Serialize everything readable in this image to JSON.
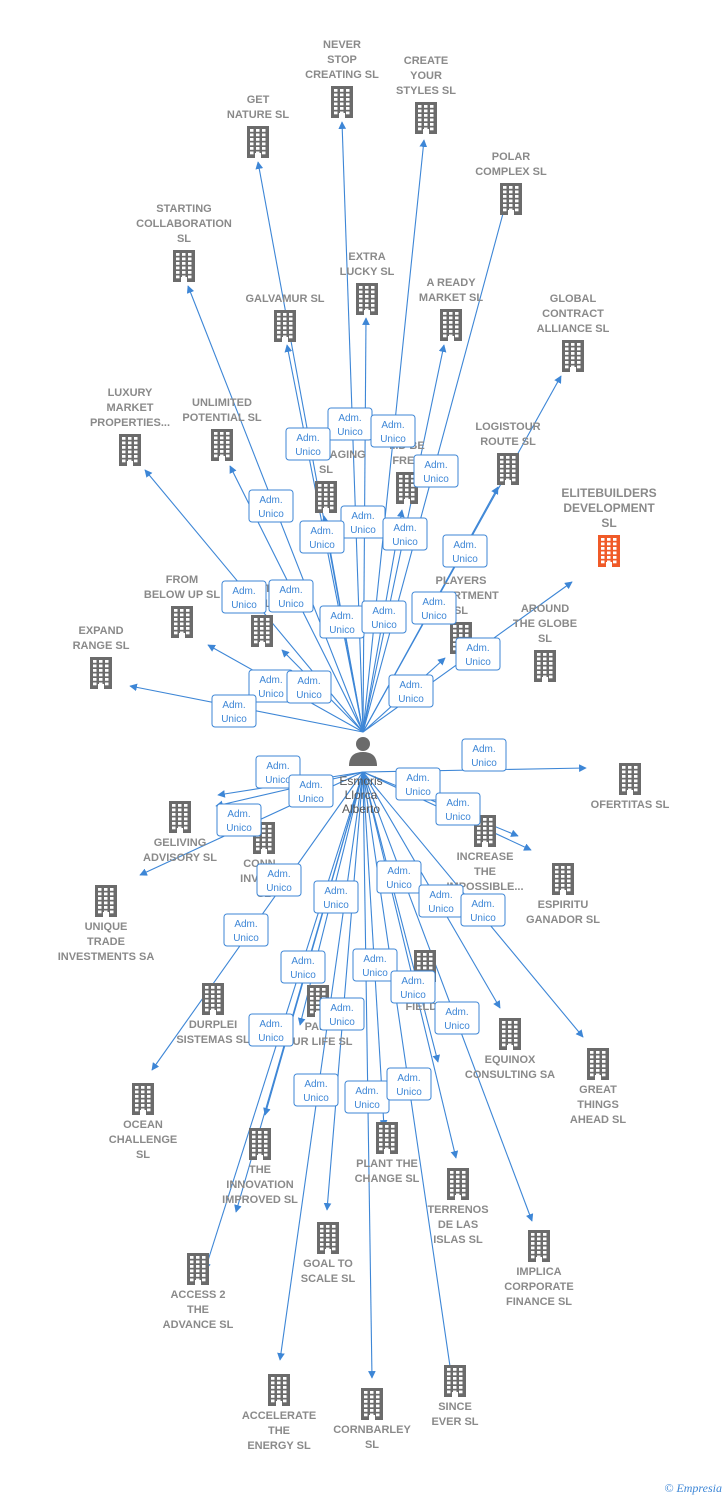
{
  "person": {
    "name_lines": [
      "Esmoris",
      "Llorca",
      "Alberto"
    ]
  },
  "edge_label_lines": [
    "Adm.",
    "Unico"
  ],
  "colors": {
    "edge": "#3d86d6",
    "building": "#6b6b6b",
    "highlight": "#f05a28",
    "label": "#8a8a8a"
  },
  "copyright": {
    "symbol": "©",
    "brand": "Empresia"
  },
  "companies": [
    {
      "name": [
        "NEVER",
        "STOP",
        "CREATING SL"
      ]
    },
    {
      "name": [
        "CREATE",
        "YOUR",
        "STYLES SL"
      ]
    },
    {
      "name": [
        "GET",
        "NATURE SL"
      ]
    },
    {
      "name": [
        "POLAR",
        "COMPLEX SL"
      ]
    },
    {
      "name": [
        "STARTING",
        "COLLABORATION",
        "SL"
      ]
    },
    {
      "name": [
        "EXTRA",
        "LUCKY SL"
      ]
    },
    {
      "name": [
        "GALVAMUR SL"
      ]
    },
    {
      "name": [
        "A READY",
        "MARKET SL"
      ]
    },
    {
      "name": [
        "GLOBAL",
        "CONTRACT",
        "ALLIANCE SL"
      ]
    },
    {
      "name": [
        "LUXURY",
        "MARKET",
        "PROPERTIES..."
      ]
    },
    {
      "name": [
        "UNLIMITED",
        "POTENTIAL SL"
      ]
    },
    {
      "name": [
        "E... ENGAGING",
        "SL"
      ]
    },
    {
      "name": [
        "...D BE",
        "FREE"
      ]
    },
    {
      "name": [
        "LOGISTOUR",
        "ROUTE SL"
      ]
    },
    {
      "name": [
        "ELITEBUILDERS",
        "DEVELOPMENT",
        "SL"
      ],
      "highlight": true
    },
    {
      "name": [
        "REACTING",
        "DEVELO..."
      ]
    },
    {
      "name": [
        "FROM",
        "BELOW UP SL"
      ]
    },
    {
      "name": [
        "PLAYERS",
        "DEPARTMENT",
        "SL"
      ]
    },
    {
      "name": [
        "AROUND",
        "THE GLOBE",
        "SL"
      ]
    },
    {
      "name": [
        "EXPAND",
        "RANGE SL"
      ]
    },
    {
      "name": [
        "OFERTITAS SL"
      ]
    },
    {
      "name": [
        "GELIVING",
        "ADVISORY SL"
      ]
    },
    {
      "name": [
        "CONN...",
        "INVEST...",
        "SL"
      ]
    },
    {
      "name": [
        "INCREASE",
        "THE",
        "IMPOSSIBLE..."
      ]
    },
    {
      "name": [
        "ESPIRITU",
        "GANADOR SL"
      ]
    },
    {
      "name": [
        "UNIQUE",
        "TRADE",
        "INVESTMENTS SA"
      ]
    },
    {
      "name": [
        "DURPLEI",
        "SISTEMAS SL"
      ]
    },
    {
      "name": [
        "PAI...",
        "...UR LIFE SL"
      ]
    },
    {
      "name": [
        "...",
        "FIELDS"
      ]
    },
    {
      "name": [
        "EQUINOX",
        "CONSULTING SA"
      ]
    },
    {
      "name": [
        "GREAT",
        "THINGS",
        "AHEAD SL"
      ]
    },
    {
      "name": [
        "OCEAN",
        "CHALLENGE",
        "SL"
      ]
    },
    {
      "name": [
        "THE",
        "INNOVATION",
        "IMPROVED SL"
      ]
    },
    {
      "name": [
        "PLANT THE",
        "CHANGE SL"
      ]
    },
    {
      "name": [
        "TERRENOS",
        "DE LAS",
        "ISLAS SL"
      ]
    },
    {
      "name": [
        "GOAL TO",
        "SCALE SL"
      ]
    },
    {
      "name": [
        "IMPLICA",
        "CORPORATE",
        "FINANCE SL"
      ]
    },
    {
      "name": [
        "ACCESS 2",
        "THE",
        "ADVANCE SL"
      ]
    },
    {
      "name": [
        "ACCELERATE",
        "THE",
        "ENERGY SL"
      ]
    },
    {
      "name": [
        "CORNBARLEY",
        "SL"
      ]
    },
    {
      "name": [
        "SINCE",
        "EVER SL"
      ]
    }
  ]
}
